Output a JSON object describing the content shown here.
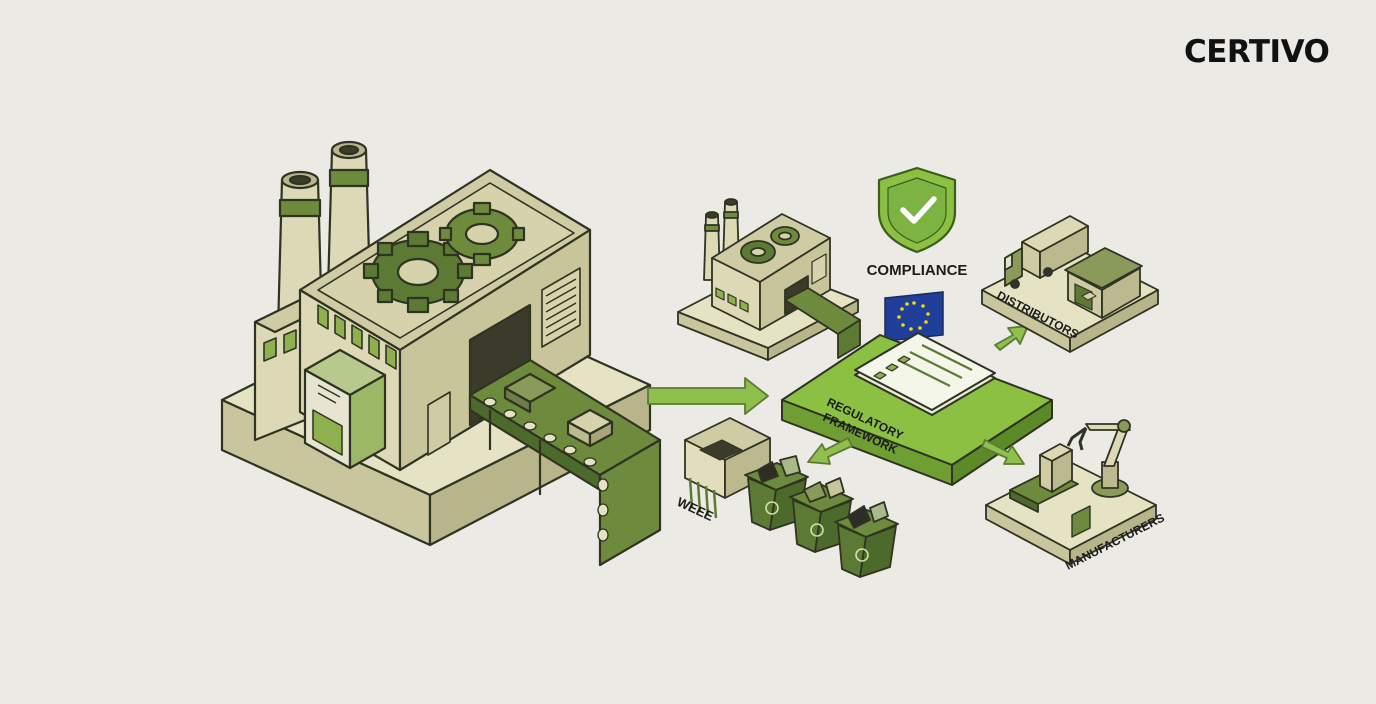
{
  "brand": {
    "name": "CERTIVO"
  },
  "labels": {
    "compliance": "COMPLIANCE",
    "distributors": "DISTRIBUTORS",
    "regulatory_line1": "REGULATORY",
    "regulatory_line2": "FRAMEWORK",
    "weee": "WEEE",
    "manufacturers": "MANUFACTURERS"
  },
  "colors": {
    "background": "#ebeae4",
    "accent_green": "#7cb342",
    "dark_green": "#5d7a35",
    "building_beige": "#ddd9b6",
    "outline": "#2f3322",
    "eu_blue": "#1f3f9a",
    "eu_star": "#f5d90a"
  },
  "icons": {
    "shield": "shield-check-icon",
    "flag": "eu-flag-icon",
    "truck": "truck-icon",
    "robot_arm": "robot-arm-icon",
    "recycle": "recycle-icon"
  }
}
